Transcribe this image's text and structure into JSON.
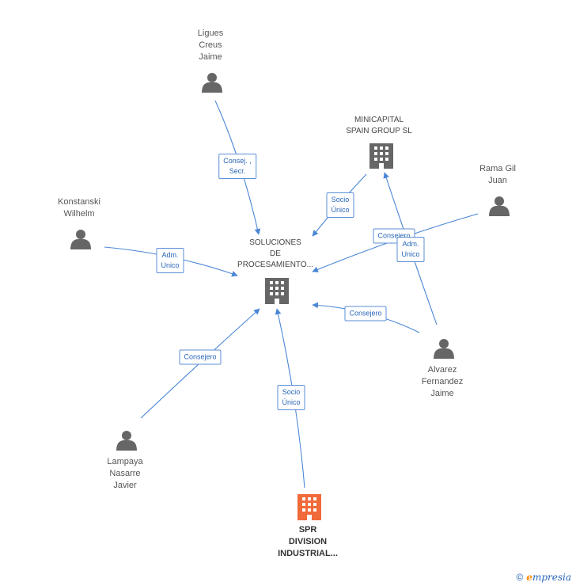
{
  "nodes": {
    "ligues": {
      "label": "Ligues\nCreus\nJaime",
      "type": "person"
    },
    "minicapital": {
      "label": "MINICAPITAL\nSPAIN GROUP SL",
      "type": "company"
    },
    "rama": {
      "label": "Rama Gil\nJuan",
      "type": "person"
    },
    "konstanski": {
      "label": "Konstanski\nWilhelm",
      "type": "person"
    },
    "soluciones": {
      "label": "SOLUCIONES\nDE\nPROCESAMIENTO...",
      "type": "company"
    },
    "alvarez": {
      "label": "Alvarez\nFernandez\nJaime",
      "type": "person"
    },
    "lampaya": {
      "label": "Lampaya\nNasarre\nJavier",
      "type": "person"
    },
    "spr": {
      "label": "SPR\nDIVISION\nINDUSTRIAL...",
      "type": "company-focus"
    }
  },
  "edges": {
    "ligues": "Consej. ,\nSecr.",
    "minicapital": "Socio\nÚnico",
    "rama": "Consejero",
    "konstanski": "Adm.\nUnico",
    "alvarez_adm": "Adm.\nUnico",
    "alvarez_cons": "Consejero",
    "lampaya": "Consejero",
    "spr": "Socio\nÚnico"
  },
  "footer": {
    "copyright": "©",
    "brand_first": "e",
    "brand_rest": "mpresia"
  },
  "colors": {
    "edge": "#4a86d6",
    "person_icon": "#666666",
    "company_icon": "#666666",
    "focus_icon": "#f06a3a"
  }
}
